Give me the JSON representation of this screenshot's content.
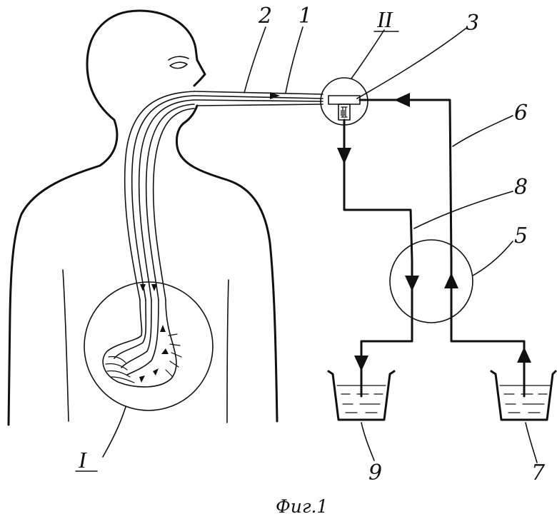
{
  "labels": {
    "tube_outer": "2",
    "tube_inner": "1",
    "connector": "3",
    "return_line": "6",
    "supply_line": "8",
    "pump": "5",
    "reservoir_right": "7",
    "reservoir_left": "9",
    "detail_stomach": "I",
    "detail_connector": "II",
    "connector_mark": "II"
  },
  "caption": "Фиг.1",
  "colors": {
    "ink": "#111111",
    "paper": "#ffffff"
  }
}
